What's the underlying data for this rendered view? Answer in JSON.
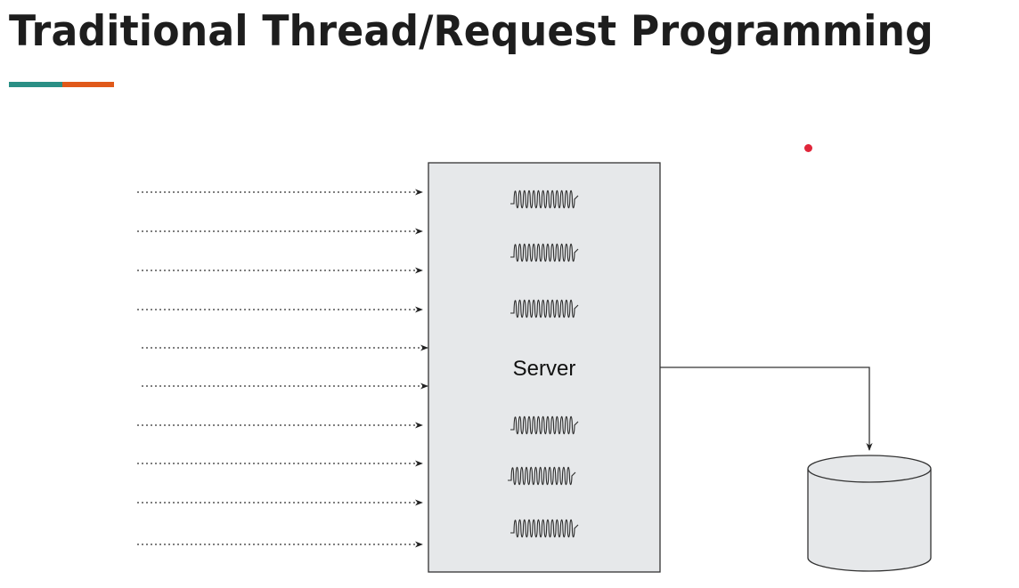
{
  "title": "Traditional Thread/Request Programming",
  "server_label": "Server",
  "colors": {
    "accent_teal": "#2a8f85",
    "accent_orange": "#e0591a",
    "pointer_dot": "#e0263a",
    "server_fill": "#e6e8ea",
    "stroke": "#333333",
    "database_fill": "#e6e8ea"
  },
  "diagram": {
    "incoming_requests": 10,
    "threads_above_label": 3,
    "threads_below_label": 3,
    "connection": "server-to-database"
  }
}
